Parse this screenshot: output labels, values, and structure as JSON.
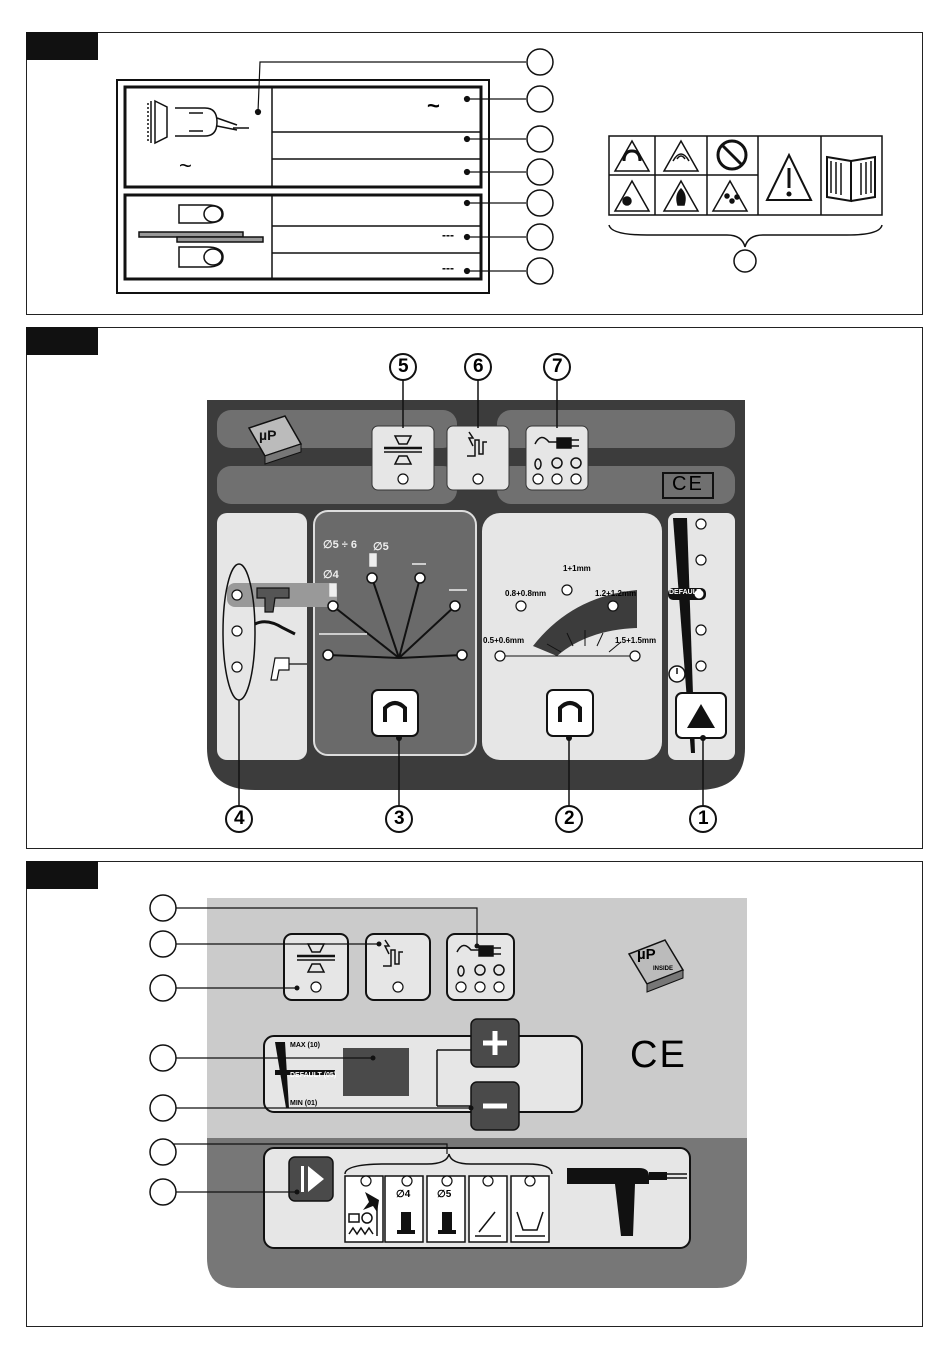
{
  "figures": [
    {
      "id": "fig1"
    },
    {
      "id": "fig2",
      "callouts": [
        "1",
        "2",
        "3",
        "4",
        "5",
        "6",
        "7"
      ]
    },
    {
      "id": "fig3"
    }
  ],
  "fig1": {
    "rating_plate_symbols": [
      "~",
      "~",
      "---",
      "---"
    ]
  },
  "fig2": {
    "thickness_labels": [
      "0.5+0.6mm",
      "0.8+0.8mm",
      "1+1mm",
      "1.2+1.2mm",
      "1.5+1.5mm"
    ],
    "diameter_labels": [
      "∅5 ÷ 6",
      "∅5",
      "∅4"
    ],
    "default_badge": "DEFAULT",
    "ce_mark": "CE"
  },
  "fig3": {
    "scale_labels": [
      "MAX (10)",
      "DEFAULT (05)",
      "MIN (01)"
    ],
    "diameter_labels": [
      "∅4",
      "∅5"
    ],
    "ce_mark": "CE",
    "logo": {
      "line1": "µP",
      "line2": "INSIDE"
    }
  },
  "colors": {
    "panel_dark": "#3c3c3c",
    "panel_mid": "#707070",
    "panel_light": "#e6e6e6",
    "fig3_light": "#cbcbcb",
    "fig3_dark": "#777777",
    "display": "#4a4a4a"
  }
}
